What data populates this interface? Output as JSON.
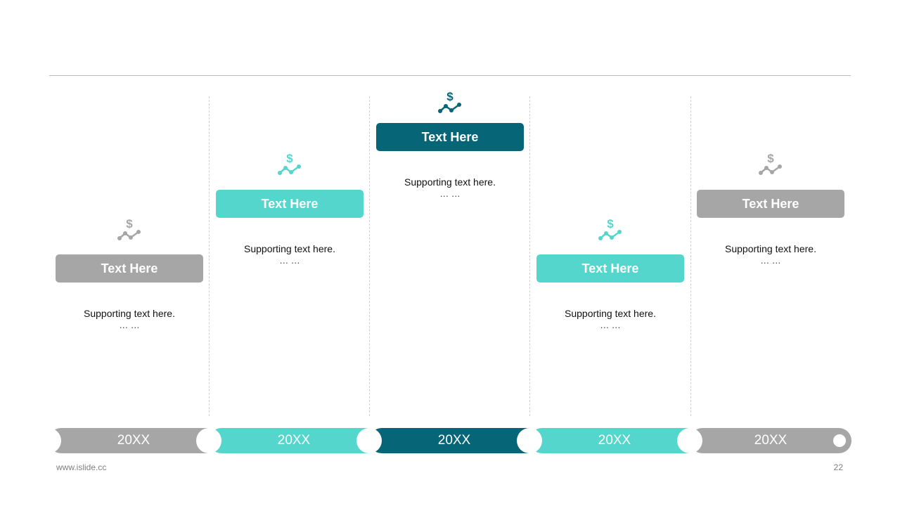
{
  "colors": {
    "gray": "#a6a6a6",
    "teal": "#55d6cc",
    "dark_teal": "#066576"
  },
  "milestones": [
    {
      "title": "Text Here",
      "support": "Supporting text here.",
      "dots": "… …",
      "year": "20XX",
      "color": "#a6a6a6",
      "icon": "dollar-chart-icon"
    },
    {
      "title": "Text Here",
      "support": "Supporting text here.",
      "dots": "… …",
      "year": "20XX",
      "color": "#55d6cc",
      "icon": "dollar-chart-icon"
    },
    {
      "title": "Text Here",
      "support": "Supporting text here.",
      "dots": "… …",
      "year": "20XX",
      "color": "#066576",
      "icon": "dollar-chart-icon"
    },
    {
      "title": "Text Here",
      "support": "Supporting text here.",
      "dots": "… …",
      "year": "20XX",
      "color": "#55d6cc",
      "icon": "dollar-chart-icon"
    },
    {
      "title": "Text Here",
      "support": "Supporting text here.",
      "dots": "… …",
      "year": "20XX",
      "color": "#a6a6a6",
      "icon": "dollar-chart-icon"
    }
  ],
  "footer": {
    "url": "www.islide.cc",
    "page_number": "22"
  }
}
